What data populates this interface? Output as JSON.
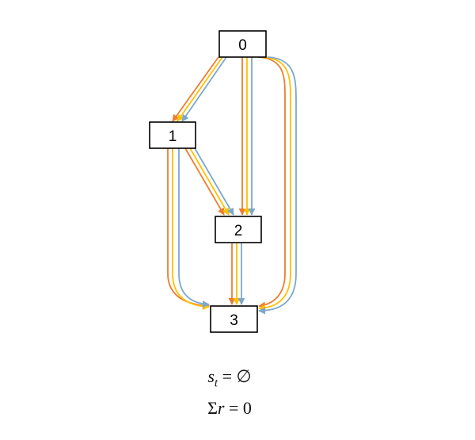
{
  "colors": {
    "orange": "#ED7D31",
    "yellow": "#FFC000",
    "blue": "#7BA7CC",
    "node_border": "#000000",
    "node_fill": "#ffffff"
  },
  "nodes": [
    {
      "id": "0",
      "label": "0"
    },
    {
      "id": "1",
      "label": "1"
    },
    {
      "id": "2",
      "label": "2"
    },
    {
      "id": "3",
      "label": "3"
    }
  ],
  "edges": [
    {
      "from": "0",
      "to": "1",
      "colors": [
        "orange",
        "yellow",
        "blue"
      ]
    },
    {
      "from": "0",
      "to": "2",
      "colors": [
        "orange",
        "yellow",
        "blue"
      ]
    },
    {
      "from": "0",
      "to": "3",
      "colors": [
        "orange",
        "yellow",
        "blue"
      ]
    },
    {
      "from": "1",
      "to": "2",
      "colors": [
        "orange",
        "yellow",
        "blue"
      ]
    },
    {
      "from": "1",
      "to": "3",
      "colors": [
        "orange",
        "yellow",
        "blue"
      ]
    },
    {
      "from": "2",
      "to": "3",
      "colors": [
        "orange",
        "yellow",
        "blue"
      ]
    }
  ],
  "formulas": {
    "state_symbol": "s",
    "state_subscript": "t",
    "state_rest": " = ∅",
    "sum_symbol": "Σ",
    "sum_var": "r",
    "sum_rest": " = 0"
  }
}
